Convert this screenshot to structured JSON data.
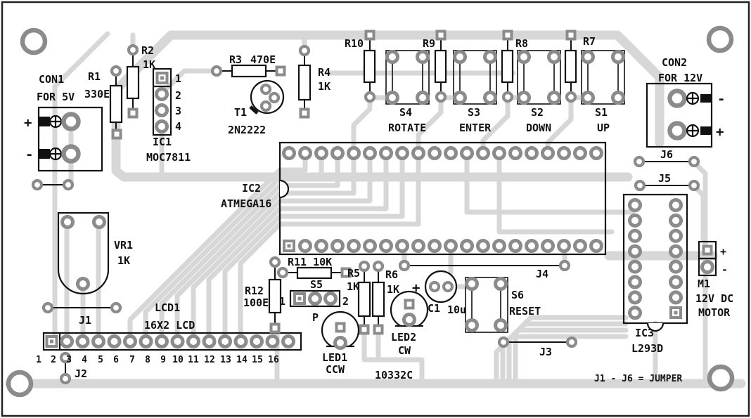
{
  "board": {
    "id_text": "10332C",
    "note": "J1 - J6 = JUMPER"
  },
  "colors": {
    "trace": "#d7d7d7",
    "pad": "#8b8b8b",
    "silkscreen": "#111111",
    "background": "#ffffff"
  },
  "connectors": {
    "con1": {
      "name": "CON1",
      "desc": "FOR 5V",
      "plus": "+",
      "minus": "-"
    },
    "con2": {
      "name": "CON2",
      "desc": "FOR 12V",
      "plus": "+",
      "minus": "-"
    },
    "m1": {
      "name": "M1",
      "desc1": "12V DC",
      "desc2": "MOTOR",
      "plus": "+",
      "minus": "-"
    }
  },
  "ics": {
    "ic1": {
      "name": "IC1",
      "part": "MOC7811",
      "pins": [
        "1",
        "2",
        "3",
        "4"
      ]
    },
    "ic2": {
      "name": "IC2",
      "part": "ATMEGA16"
    },
    "ic3": {
      "name": "IC3",
      "part": "L293D"
    }
  },
  "resistors": {
    "r1": {
      "name": "R1",
      "value": "330E"
    },
    "r2": {
      "name": "R2",
      "value": "1K"
    },
    "r3": {
      "name": "R3",
      "value": "470E"
    },
    "r4": {
      "name": "R4",
      "value": "1K"
    },
    "r5": {
      "name": "R5",
      "value": "1K"
    },
    "r6": {
      "name": "R6",
      "value": "1K"
    },
    "r7": {
      "name": "R7"
    },
    "r8": {
      "name": "R8"
    },
    "r9": {
      "name": "R9"
    },
    "r10": {
      "name": "R10"
    },
    "r11": {
      "name": "R11 10K"
    },
    "r12": {
      "name": "R12",
      "value": "100E"
    }
  },
  "transistors": {
    "t1": {
      "name": "T1",
      "part": "2N2222"
    }
  },
  "capacitors": {
    "c1": {
      "name": "C1",
      "value": "10u",
      "plus": "+"
    }
  },
  "potentiometers": {
    "vr1": {
      "name": "VR1",
      "value": "1K"
    }
  },
  "switches": {
    "s1": {
      "name": "S1",
      "function": "UP"
    },
    "s2": {
      "name": "S2",
      "function": "DOWN"
    },
    "s3": {
      "name": "S3",
      "function": "ENTER"
    },
    "s4": {
      "name": "S4",
      "function": "ROTATE"
    },
    "s5": {
      "name": "S5",
      "pin1": "1",
      "pin2": "2",
      "sub": "P"
    },
    "s6": {
      "name": "S6",
      "function": "RESET"
    }
  },
  "leds": {
    "led1": {
      "name": "LED1",
      "function": "CCW"
    },
    "led2": {
      "name": "LED2",
      "function": "CW"
    }
  },
  "lcd": {
    "name": "LCD1",
    "desc": "16X2 LCD",
    "pins": [
      "1",
      "2",
      "3",
      "4",
      "5",
      "6",
      "7",
      "8",
      "9",
      "10",
      "11",
      "12",
      "13",
      "14",
      "15",
      "16"
    ]
  },
  "jumpers": {
    "j1": "J1",
    "j2": "J2",
    "j3": "J3",
    "j4": "J4",
    "j5": "J5",
    "j6": "J6"
  }
}
